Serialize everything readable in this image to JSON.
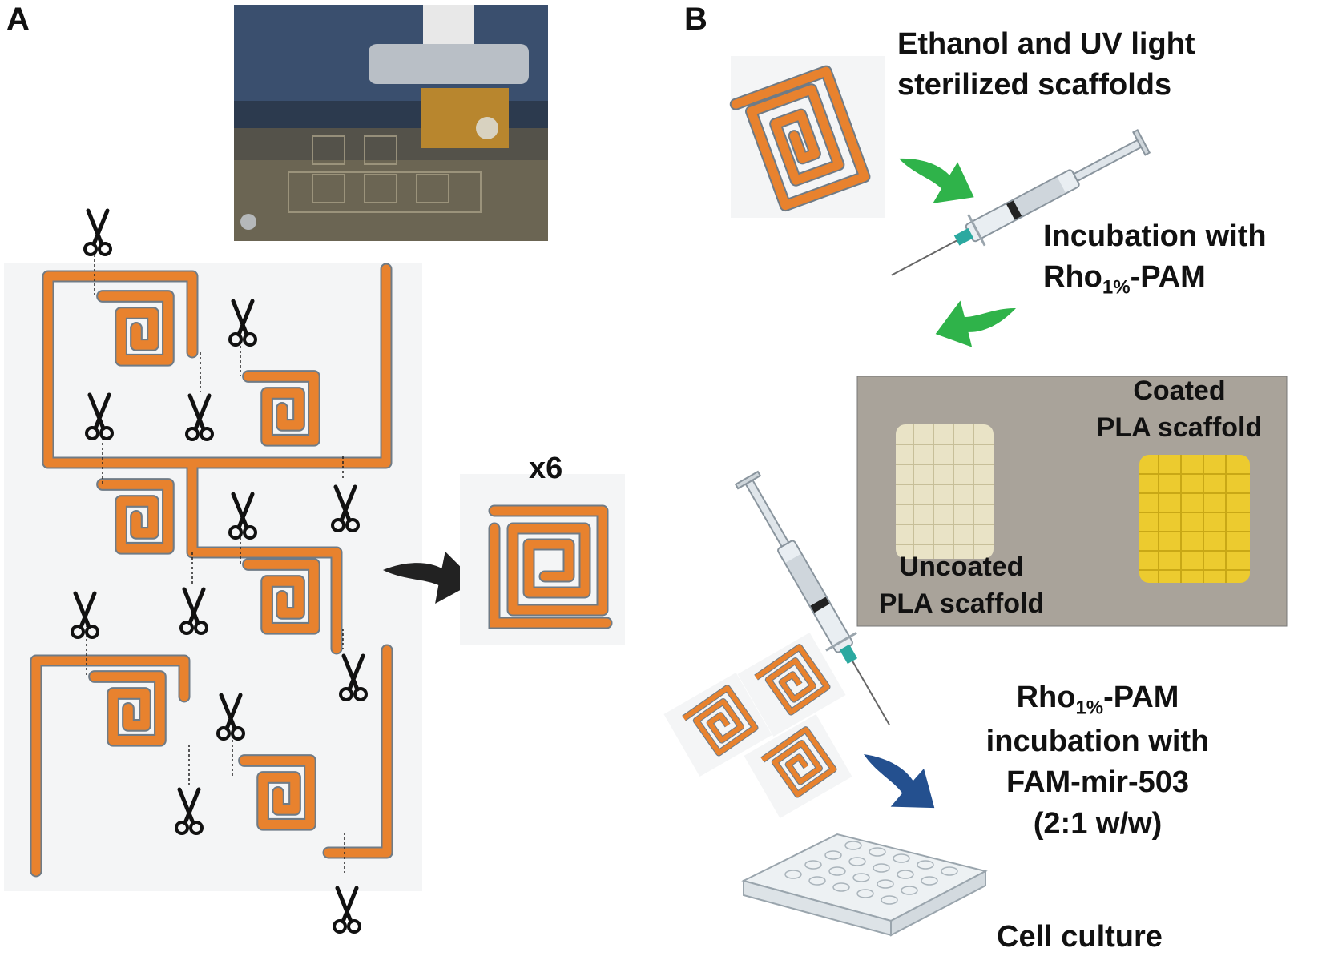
{
  "panel_a": {
    "letter": "A",
    "multiplier": "x6"
  },
  "panel_b": {
    "letter": "B",
    "step1": {
      "line1": "Ethanol and UV light",
      "line2": "sterilized scaffolds"
    },
    "step2": {
      "line1": "Incubation with",
      "line2_pre": "Rho",
      "line2_sub": "1%",
      "line2_post": "-PAM"
    },
    "photo_labels": {
      "coated_1": "Coated",
      "coated_2": "PLA scaffold",
      "uncoated_1": "Uncoated",
      "uncoated_2": "PLA scaffold"
    },
    "step3": {
      "line1_pre": "Rho",
      "line1_sub": "1%",
      "line1_post": "-PAM",
      "line2": "incubation with",
      "line3": "FAM-mir-503",
      "line4": "(2:1 w/w)"
    },
    "step4": {
      "line1": "Cell culture"
    }
  },
  "colors": {
    "scaffold_orange": "#e8822e",
    "scaffold_outline": "#6f7b86",
    "arrow_green": "#2fb34a",
    "arrow_blue": "#24508f",
    "arrow_black": "#222222"
  }
}
